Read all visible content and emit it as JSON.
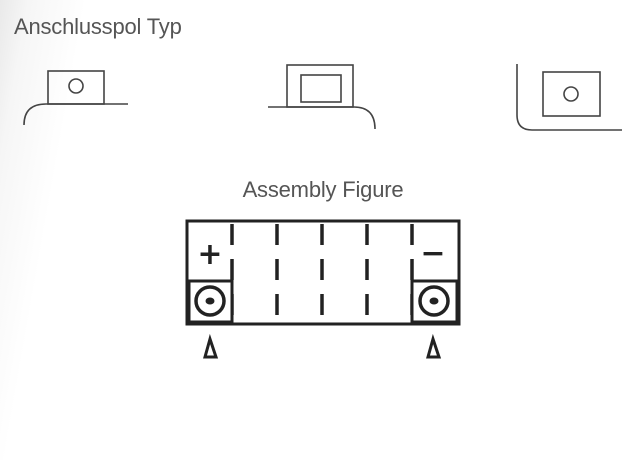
{
  "heading": "Anschlusspol Typ",
  "terminal_types": [
    {
      "name": "terminal-type-1"
    },
    {
      "name": "terminal-type-2"
    },
    {
      "name": "terminal-type-3"
    }
  ],
  "assembly": {
    "title": "Assembly Figure",
    "positive_symbol": "+",
    "negative_symbol": "−",
    "cell_count": 6
  },
  "colors": {
    "text": "#555555",
    "line": "#333333",
    "background": "#ffffff"
  }
}
